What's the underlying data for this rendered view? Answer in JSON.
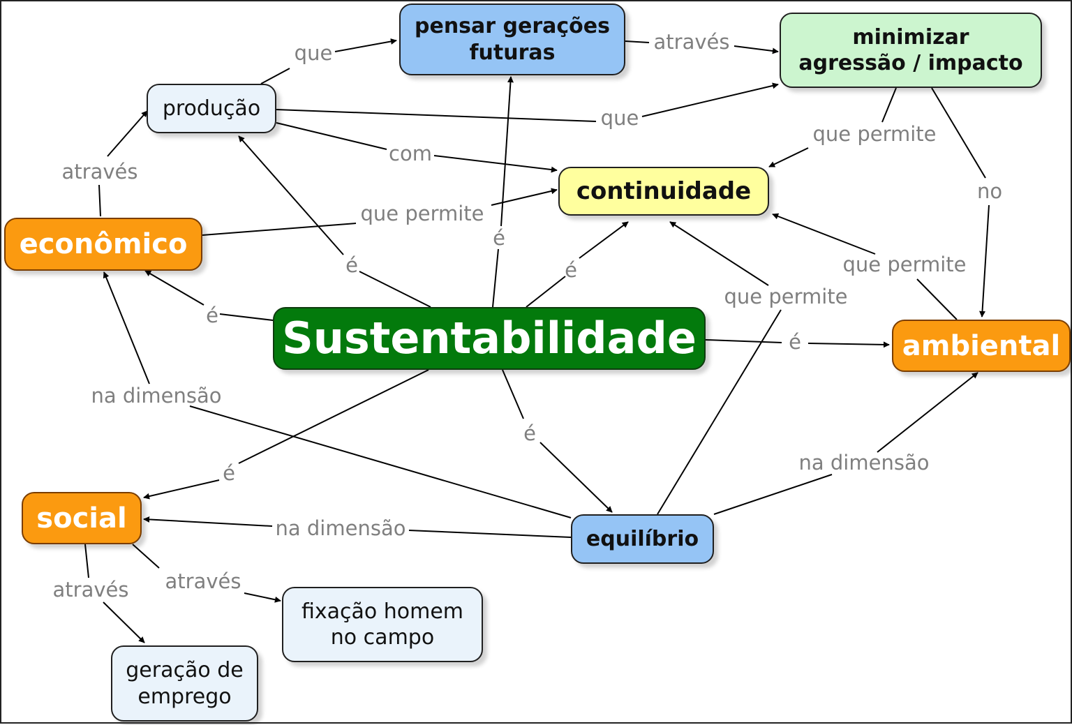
{
  "concept_map": {
    "nodes": {
      "sustentabilidade": "Sustentabilidade",
      "pensar": "pensar gerações\nfuturas",
      "minimizar": "minimizar\nagressão / impacto",
      "producao": "produção",
      "continuidade": "continuidade",
      "economico": "econômico",
      "ambiental": "ambiental",
      "social": "social",
      "equilibrio": "equilíbrio",
      "fixacao": "fixação homem\nno campo",
      "geracao": "geração de\nemprego"
    },
    "links": {
      "producao_pensar": "que",
      "pensar_minimizar": "através",
      "producao_minimizar": "que",
      "producao_continuidade": "com",
      "economico_producao": "através",
      "economico_continuidade": "que permite",
      "sust_producao": "é",
      "sust_pensar": "é",
      "sust_continuidade": "é",
      "sust_economico": "é",
      "sust_ambiental": "é",
      "sust_social": "é",
      "sust_equilibrio": "é",
      "minimizar_continuidade": "que permite",
      "minimizar_ambiental": "no",
      "ambiental_continuidade": "que permite",
      "equilibrio_continuidade": "que permite",
      "equilibrio_economico": "na dimensão",
      "equilibrio_social": "na dimensão",
      "equilibrio_ambiental": "na dimensão",
      "social_fixacao": "através",
      "social_geracao": "através"
    }
  }
}
